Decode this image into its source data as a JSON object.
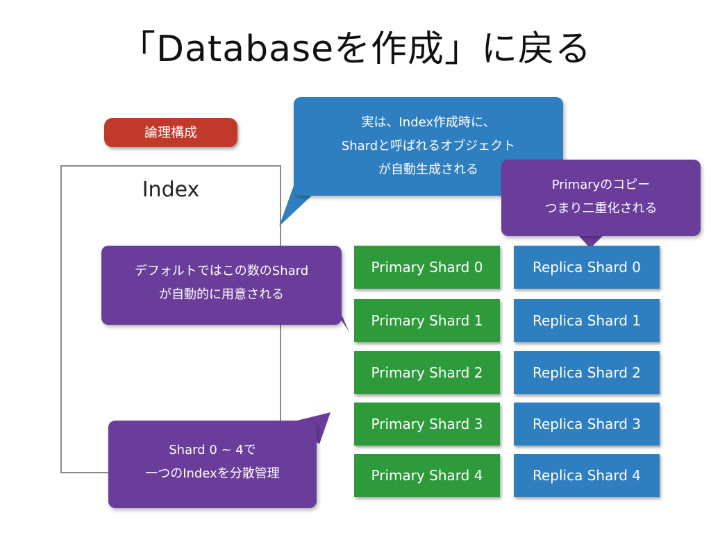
{
  "title": "「Databaseを作成」に戻る",
  "badge": "論理構成",
  "index_label": "Index",
  "callouts": {
    "auto_created": [
      "実は、Index作成時に、",
      "Shardと呼ばれるオブジェクト",
      "が自動生成される"
    ],
    "replica_note": [
      "Primaryのコピー",
      "つまり二重化される"
    ],
    "default_shards": [
      "デフォルトではこの数のShard",
      "が自動的に用意される"
    ],
    "manage_note": [
      "Shard 0 ~ 4で",
      "一つのIndexを分散管理"
    ]
  },
  "primary_shards": [
    "Primary Shard 0",
    "Primary Shard 1",
    "Primary Shard 2",
    "Primary Shard 3",
    "Primary Shard 4"
  ],
  "replica_shards": [
    "Replica Shard 0",
    "Replica Shard 1",
    "Replica Shard 2",
    "Replica Shard 3",
    "Replica Shard 4"
  ],
  "colors": {
    "primary": "#2e9a3c",
    "replica": "#2f7fc0",
    "callout_blue": "#2f7fc0",
    "callout_purple": "#6a3d9a",
    "badge": "#c0392b"
  }
}
